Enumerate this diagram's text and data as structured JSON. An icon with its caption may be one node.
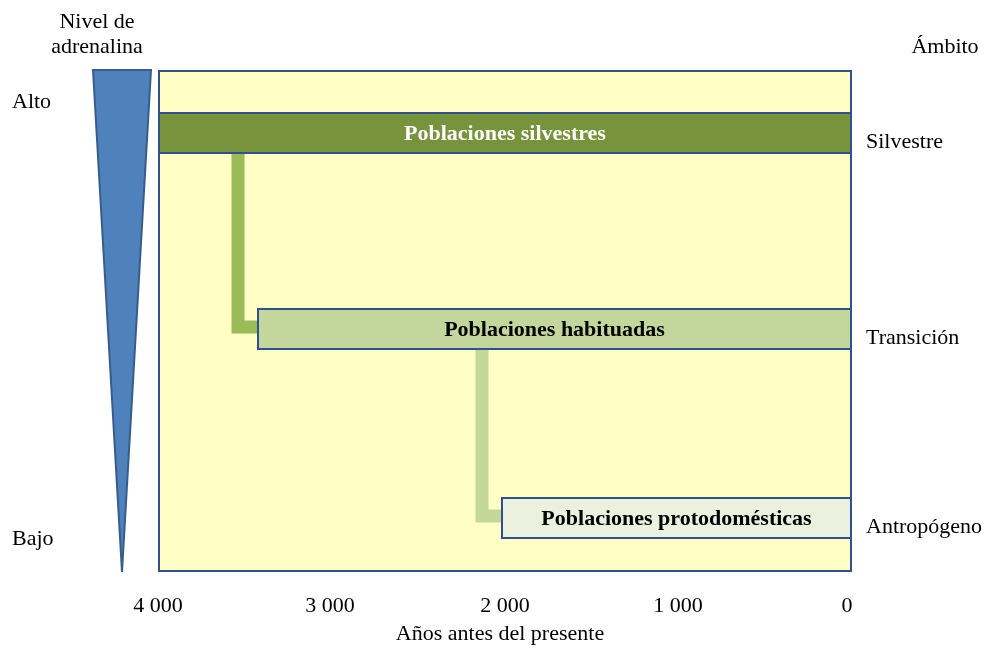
{
  "diagram": {
    "nodes": [
      {
        "text": [],
        "shape": "box"
      },
      {
        "text": [
          "Poblaciones silvestres"
        ],
        "in": 0,
        "beside": [
          "Silvestre"
        ]
      },
      {
        "text": [
          "Poblaciones habituadas"
        ],
        "in": 0,
        "beside": [
          "Transición"
        ]
      },
      {
        "text": [
          "Poblaciones protodomésticas"
        ],
        "in": 0,
        "beside": [
          "Antropógeno"
        ]
      },
      {
        "text": [],
        "shape": "triangle"
      }
    ],
    "edges": [
      {
        "from": 1,
        "to": 2,
        "arrow": "none",
        "color": "#9bbb59"
      },
      {
        "from": 2,
        "to": 3,
        "arrow": "none",
        "color": "#c4d79b"
      }
    ],
    "labels": [
      "Nivel de adrenalina",
      "Ámbito",
      "Alto",
      "Bajo",
      "4 000",
      "3 000",
      "2 000",
      "1 000",
      "0",
      "Años antes del presente"
    ]
  }
}
